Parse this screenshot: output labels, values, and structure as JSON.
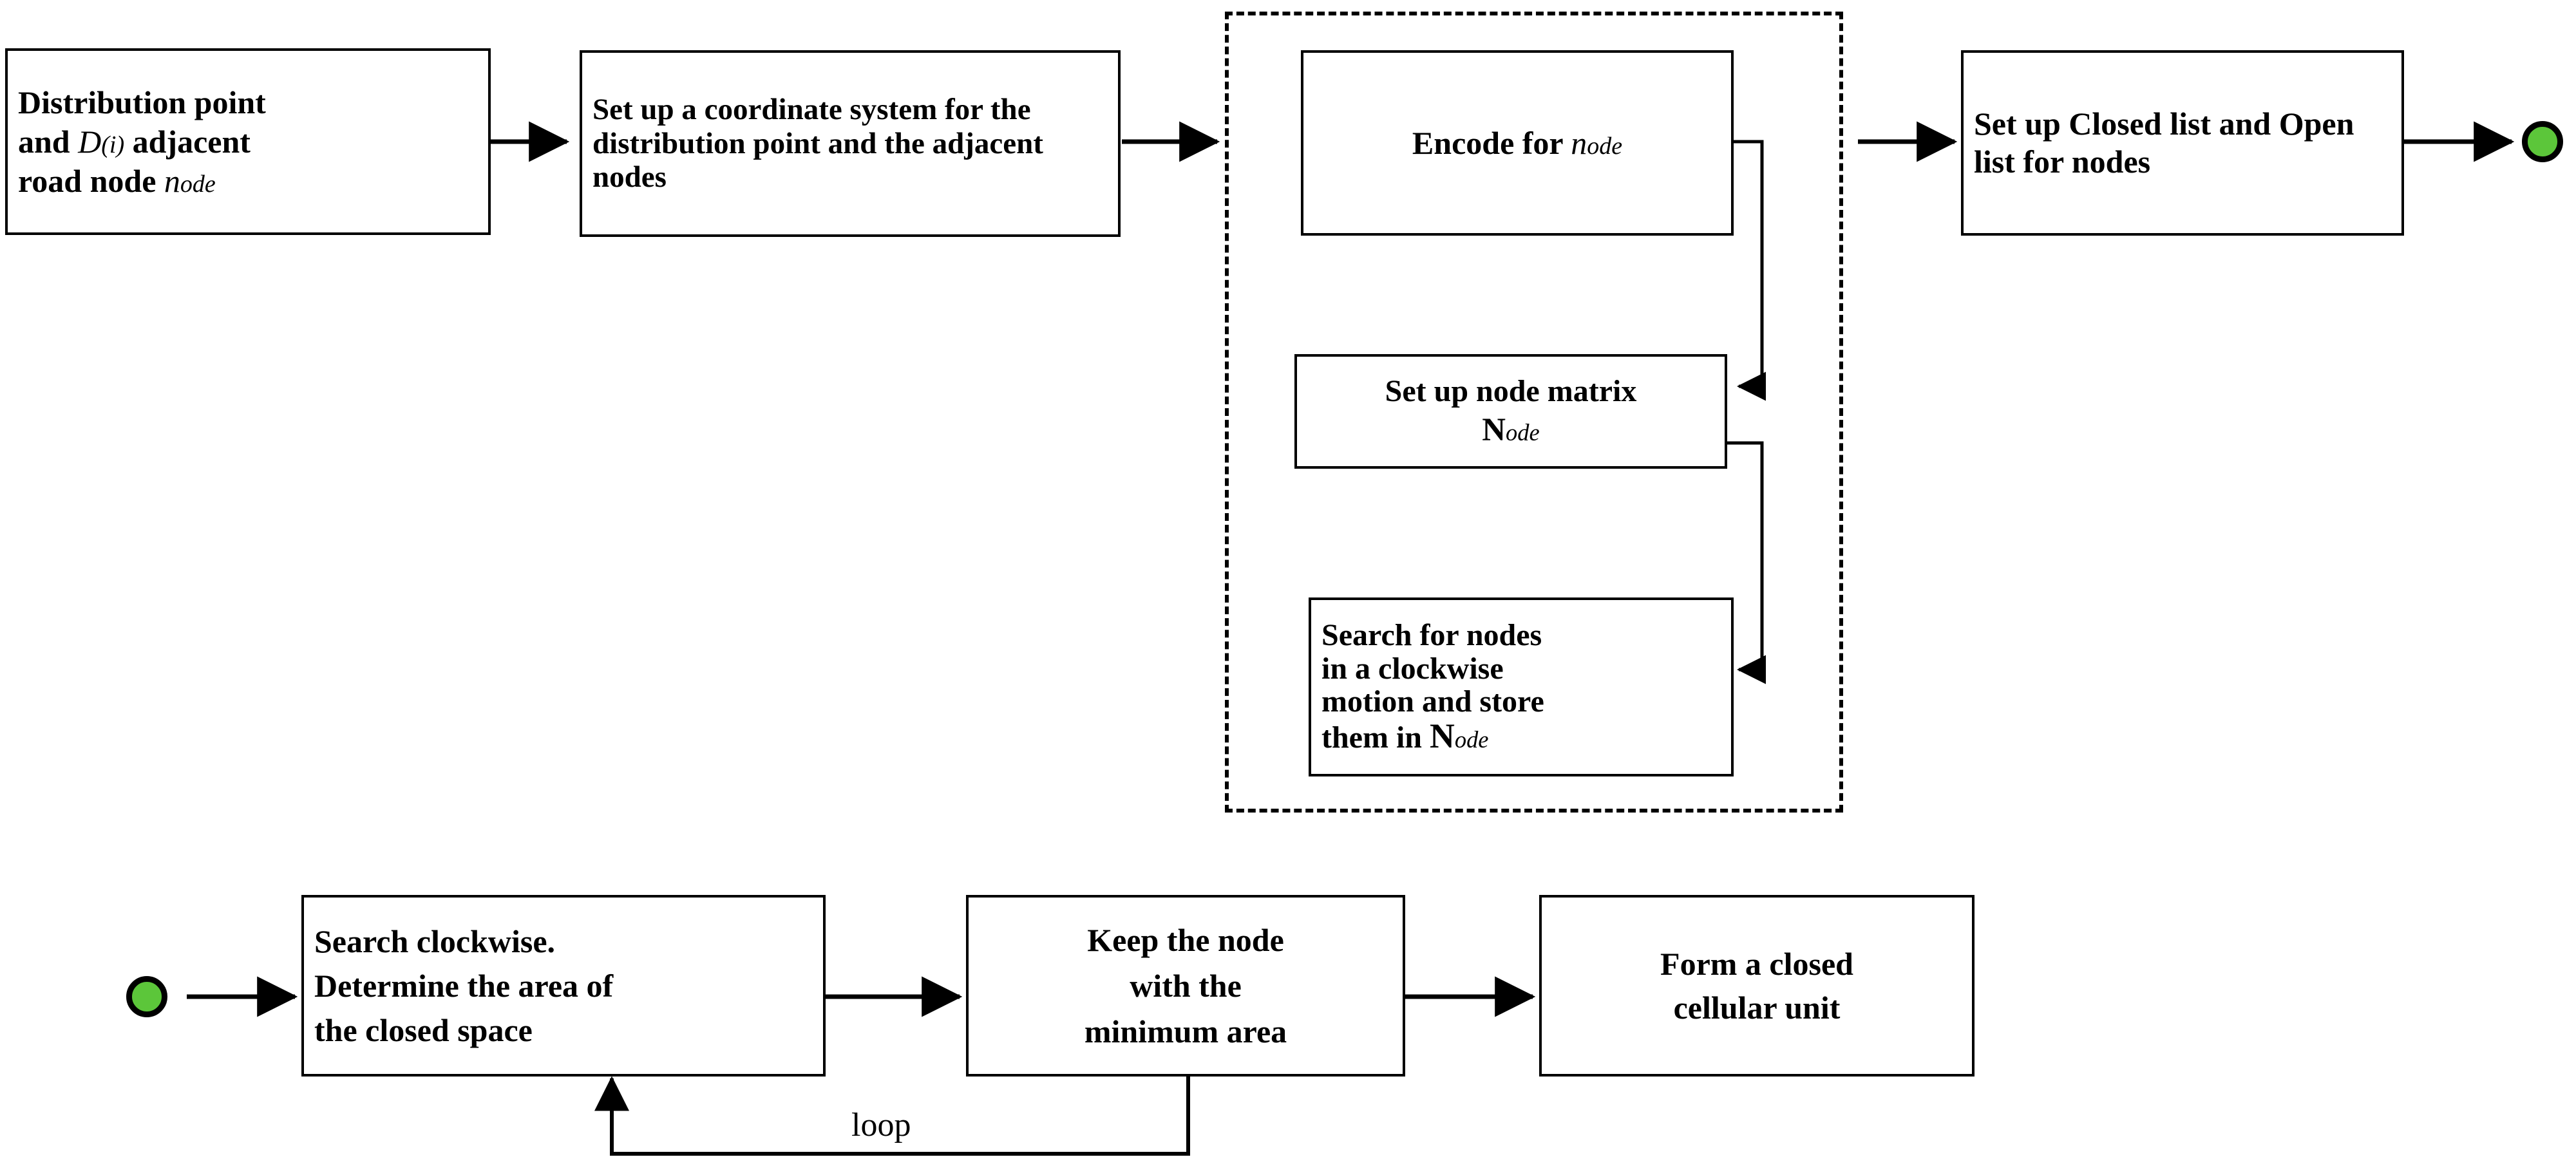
{
  "diagram": {
    "title": "Closed cellular unit search flowchart",
    "stroke_color": "#000000",
    "node_fill_color": "#5CC63A",
    "background_color": "#ffffff"
  },
  "boxes": {
    "distribution_point": {
      "line1": "Distribution point",
      "line2_a": "and ",
      "line2_d": "D",
      "line2_sub": "(i)",
      "line2_b": " adjacent",
      "line3_a": "road node ",
      "line3_n": "n",
      "line3_sub": "ode"
    },
    "coordinate_system": {
      "text": "Set up a coordinate system for the distribution point and the adjacent nodes"
    },
    "encode_node": {
      "prefix": "Encode for ",
      "symbol": "n",
      "symbol_sub": "ode"
    },
    "node_matrix": {
      "line1": "Set up node matrix",
      "symbol": "N",
      "symbol_sub": "ode"
    },
    "search_nodes": {
      "line1": "Search for nodes",
      "line2": "in a clockwise",
      "line3": "motion and store",
      "line4_prefix": "them in ",
      "line4_symbol": "N",
      "line4_sub": "ode"
    },
    "closed_open_list": {
      "text": "Set up Closed list and Open list for nodes"
    },
    "search_clockwise": {
      "line1": "Search clockwise.",
      "line2": "Determine the area of",
      "line3": "the closed space"
    },
    "keep_min_area": {
      "line1": "Keep the node",
      "line2": "with the",
      "line3": "minimum area"
    },
    "form_closed_unit": {
      "line1": "Form a closed",
      "line2": "cellular unit"
    }
  },
  "edges": {
    "loop_label": "loop"
  },
  "terminators": {
    "end_top_label": "",
    "start_bottom_label": ""
  }
}
